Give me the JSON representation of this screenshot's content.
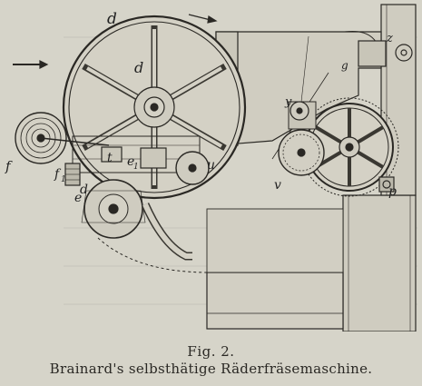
{
  "figure": {
    "labels": {
      "d_top": "d",
      "d_center": "d",
      "d_bottom": "d",
      "f": "f",
      "f1": "f",
      "f1_sub": "1",
      "e": "e",
      "e1": "e",
      "e1_sub": "1",
      "t": "t",
      "u": "u",
      "v": "v",
      "y": "y",
      "p": "p",
      "z": "z",
      "g": "g"
    }
  },
  "caption": {
    "number": "Fig. 2.",
    "title": "Brainard's selbsthätige Räderfräsemaschine."
  }
}
